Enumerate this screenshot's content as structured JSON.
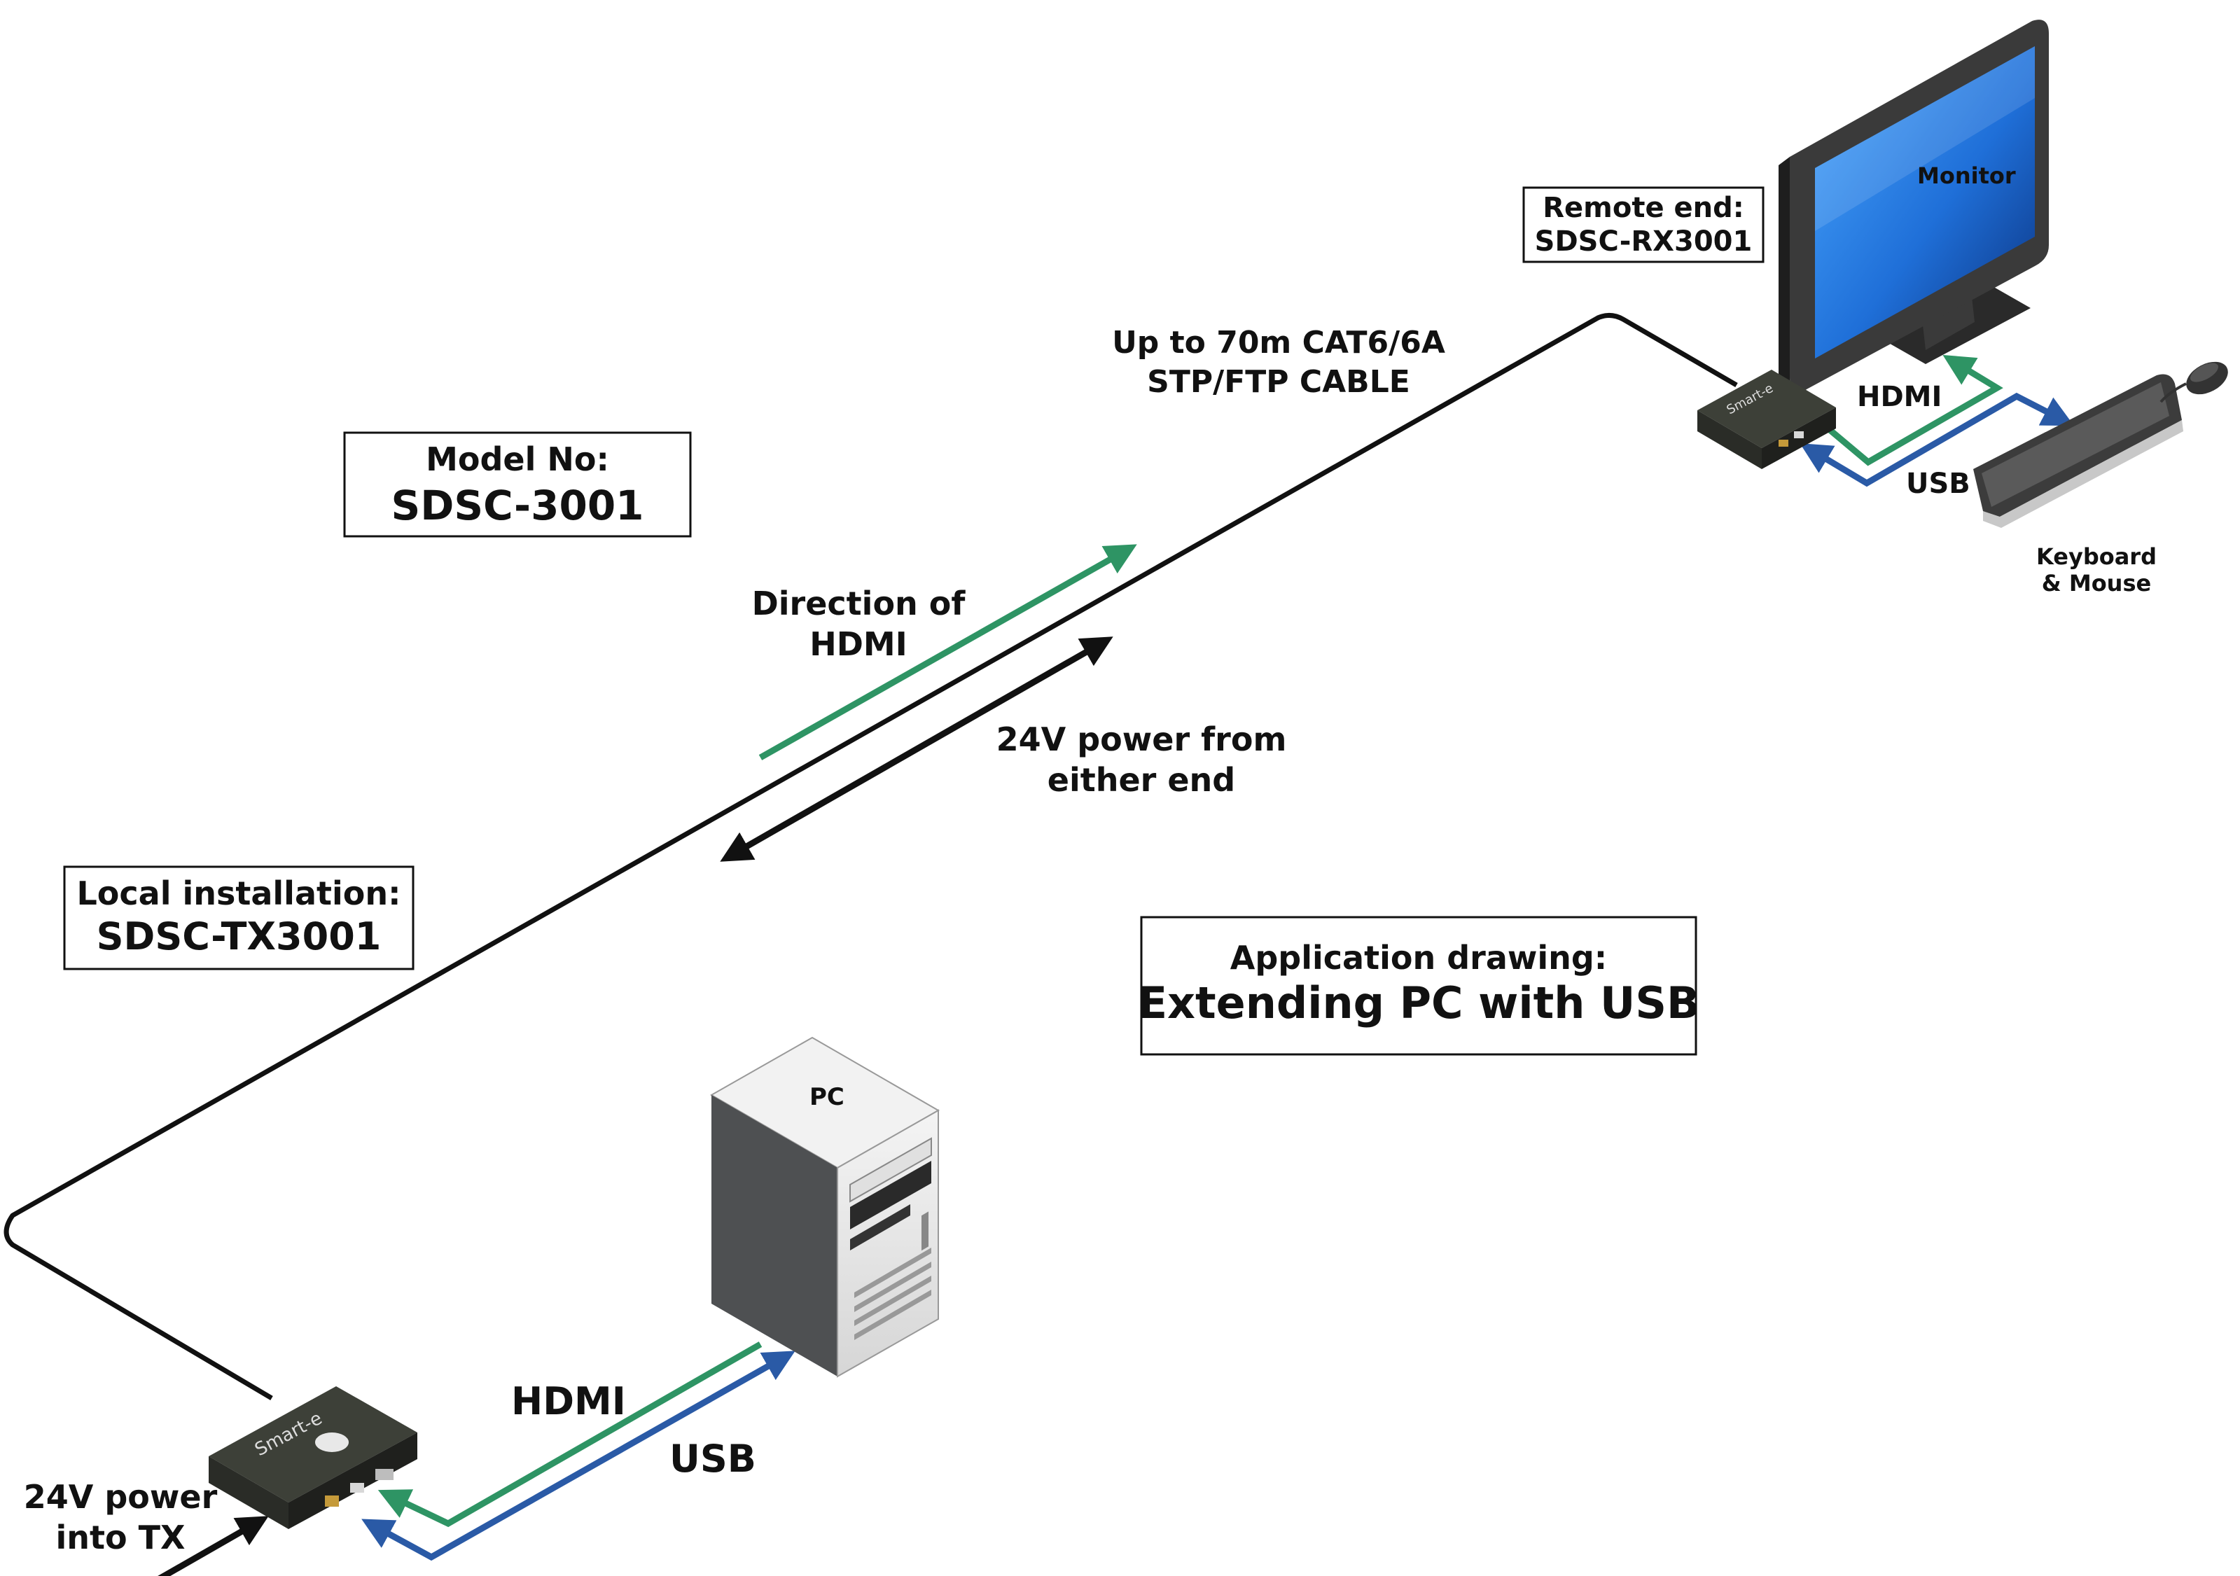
{
  "boxes": {
    "model": {
      "line1": "Model No:",
      "line2": "SDSC-3001"
    },
    "remote": {
      "line1": "Remote end:",
      "line2": "SDSC-RX3001"
    },
    "local": {
      "line1": "Local installation:",
      "line2": "SDSC-TX3001"
    },
    "application": {
      "line1": "Application drawing:",
      "line2": "Extending PC with USB"
    }
  },
  "cable": {
    "line1": "Up to 70m CAT6/6A",
    "line2": "STP/FTP CABLE"
  },
  "direction": {
    "line1": "Direction of",
    "line2": "HDMI"
  },
  "power_either": {
    "line1": "24V power from",
    "line2": "either end"
  },
  "power_tx": {
    "line1": "24V power",
    "line2": "into TX"
  },
  "local_signals": {
    "hdmi": "HDMI",
    "usb": "USB"
  },
  "remote_signals": {
    "hdmi": "HDMI",
    "usb": "USB"
  },
  "devices": {
    "monitor": "Monitor",
    "pc": "PC",
    "keyboard_line1": "Keyboard",
    "keyboard_line2": "& Mouse",
    "brand": "Smart-e"
  },
  "colors": {
    "hdmi": "#2e9464",
    "usb": "#2a5aa6",
    "cable": "#111111"
  }
}
